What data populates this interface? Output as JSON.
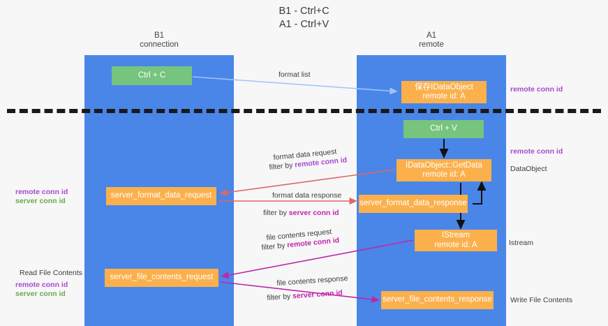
{
  "title": {
    "line1": "B1 - Ctrl+C",
    "line2": "A1 - Ctrl+V"
  },
  "lanes": [
    {
      "id": "b1",
      "name": "B1",
      "role": "connection"
    },
    {
      "id": "a1",
      "name": "A1",
      "role": "remote"
    }
  ],
  "boxes": {
    "ctrl_c": {
      "line1": "Ctrl + C",
      "color": "#76c47e"
    },
    "save_dataobject": {
      "line1": "保存IDataObject",
      "line2": "remote id: A",
      "color": "#fbb04c"
    },
    "ctrl_v": {
      "line1": "Ctrl + V",
      "color": "#76c47e"
    },
    "getdata": {
      "line1": "IDataObject::GetData",
      "line2": "remote id: A",
      "color": "#fbb04c"
    },
    "server_format_data_request": {
      "line1": "server_format_data_request",
      "color": "#fbb04c"
    },
    "server_format_data_response": {
      "line1": "server_format_data_response",
      "color": "#fbb04c"
    },
    "istream": {
      "line1": "IStream",
      "line2": "remote id: A",
      "color": "#fbb04c"
    },
    "server_file_contents_request": {
      "line1": "server_file_contents_request",
      "color": "#fbb04c"
    },
    "server_file_contents_response": {
      "line1": "server_file_contents_response",
      "color": "#fbb04c"
    }
  },
  "flow_labels": {
    "format_list": "format list",
    "format_data_request": "format data request",
    "format_data_request_filter_prefix": "filter by ",
    "format_data_request_filter_key": "remote conn id",
    "format_data_response": "format data response",
    "format_data_response_filter_prefix": "filter by ",
    "format_data_response_filter_key": "server conn id",
    "file_contents_request": "file contents request",
    "file_contents_request_filter_prefix": "filter by ",
    "file_contents_request_filter_key": "remote conn id",
    "file_contents_response": "file contents response",
    "file_contents_response_filter_prefix": "filter by ",
    "file_contents_response_filter_key": "server conn id"
  },
  "right_notes": {
    "n1": "remote conn id",
    "n2": "remote conn id",
    "n3": "DataObject",
    "n4": "Istream",
    "n5": "Write File Contents"
  },
  "left_notes": {
    "n1_remote": "remote conn id",
    "n1_server": "server conn id",
    "n2_title": "Read File Contents",
    "n3_remote": "remote conn id",
    "n3_server": "server conn id"
  },
  "colors": {
    "lane": "#4a86e8",
    "green_box": "#76c47e",
    "orange_box": "#fbb04c",
    "purple_text": "#a64ad0",
    "green_text": "#6aa84f",
    "magenta_text": "#c026a8",
    "arrow_blue": "#9fc5f8",
    "arrow_red": "#e06666",
    "arrow_magenta": "#c026a8",
    "arrow_black": "#111111",
    "background": "#f7f7f7"
  }
}
